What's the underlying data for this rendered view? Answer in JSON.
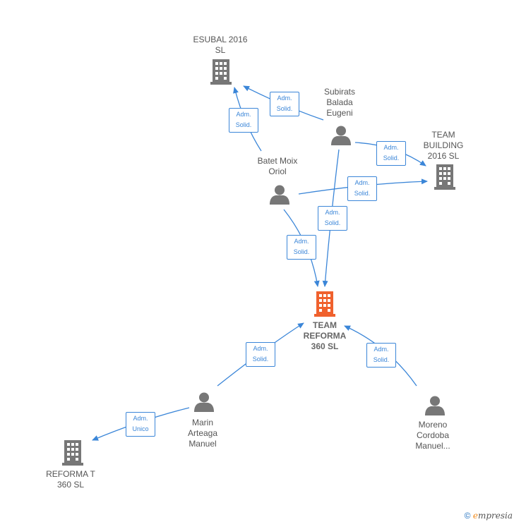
{
  "colors": {
    "edge": "#3b86d8",
    "company": "#777777",
    "center_company": "#f0612d",
    "person": "#777777"
  },
  "nodes": {
    "esubal": {
      "label": "ESUBAL 2016\nSL",
      "icon": "building-icon"
    },
    "team_building": {
      "label": "TEAM\nBUILDING\n2016  SL",
      "icon": "building-icon"
    },
    "team_reforma": {
      "label": "TEAM\nREFORMA\n360  SL",
      "icon": "building-icon"
    },
    "reforma_t": {
      "label": "REFORMA T\n360  SL",
      "icon": "building-icon"
    },
    "subirats": {
      "label": "Subirats\nBalada\nEugeni",
      "icon": "person-icon"
    },
    "batet": {
      "label": "Batet Moix\nOriol",
      "icon": "person-icon"
    },
    "marin": {
      "label": "Marin\nArteaga\nManuel",
      "icon": "person-icon"
    },
    "moreno": {
      "label": "Moreno\nCordoba\nManuel...",
      "icon": "person-icon"
    }
  },
  "edges": {
    "subirats_esubal": "Adm.\nSolid.",
    "batet_esubal": "Adm.\nSolid.",
    "subirats_team_building": "Adm.\nSolid.",
    "batet_team_building": "Adm.\nSolid.",
    "subirats_team_reforma": "Adm.\nSolid.",
    "batet_team_reforma": "Adm.\nSolid.",
    "marin_team_reforma": "Adm.\nSolid.",
    "moreno_team_reforma": "Adm.\nSolid.",
    "marin_reforma_t": "Adm.\nUnico"
  },
  "footer": {
    "copyright": "©",
    "brand_first": "e",
    "brand_rest": "mpresia"
  }
}
